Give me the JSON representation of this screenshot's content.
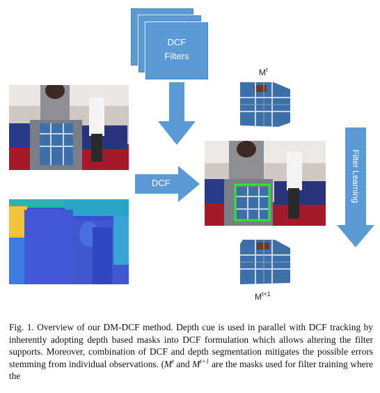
{
  "diagram": {
    "dcf_filters_box": {
      "line1": "DCF",
      "line2": "Filters"
    },
    "dcf_arrow_label": "DCF",
    "filter_learning_label": "Filter Learning",
    "mask_t_label": {
      "base": "M",
      "sup": "t"
    },
    "mask_t1_label": {
      "base": "M",
      "sup": "t+1"
    },
    "colors": {
      "arrow_blue": "#5b9bd5",
      "tracking_box_green": "#2ee62e",
      "bag_plaid": "#3d6fa8"
    }
  },
  "caption": {
    "fig_label": "Fig. 1.",
    "text_part1": "Overview of our DM-DCF method. Depth cue is used in parallel with DCF tracking by inherently adopting depth based masks into DCF formulation which allows altering the filter supports. Moreover, combination of DCF and depth segmentation mitigates the possible errors stemming from individual observations. (",
    "m_t": "M",
    "m_t_sup": "t",
    "and": " and ",
    "m_t1": "M",
    "m_t1_sup": "t+1",
    "text_part2": " are the masks used for filter training where the"
  }
}
